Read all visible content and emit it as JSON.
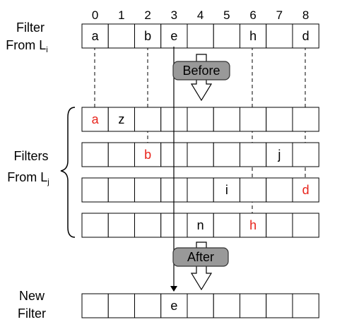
{
  "labels": {
    "filter_from_li_1": "Filter",
    "filter_from_li_2": "From L",
    "filter_from_li_sub": "i",
    "filters_from_lj_1": "Filters",
    "filters_from_lj_2": "From L",
    "filters_from_lj_sub": "j",
    "new_filter_1": "New",
    "new_filter_2": "Filter"
  },
  "indices": [
    "0",
    "1",
    "2",
    "3",
    "4",
    "5",
    "6",
    "7",
    "8"
  ],
  "rows": {
    "filter_li": [
      "a",
      "",
      "b",
      "e",
      "",
      "",
      "h",
      "",
      "d"
    ],
    "lj_1": [
      "a",
      "z",
      "",
      "",
      "",
      "",
      "",
      "",
      ""
    ],
    "lj_2": [
      "",
      "",
      "b",
      "",
      "",
      "",
      "",
      "j",
      ""
    ],
    "lj_3": [
      "",
      "",
      "",
      "",
      "",
      "i",
      "",
      "",
      "d"
    ],
    "lj_4": [
      "",
      "",
      "",
      "",
      "n",
      "",
      "h",
      "",
      ""
    ],
    "new_filter": [
      "",
      "",
      "",
      "e",
      "",
      "",
      "",
      "",
      ""
    ]
  },
  "highlight": {
    "lj_1": [
      0
    ],
    "lj_2": [
      2
    ],
    "lj_3": [
      8
    ],
    "lj_4": [
      6
    ]
  },
  "buttons": {
    "before": "Before",
    "after": "After"
  },
  "colors": {
    "match": "#e8231b",
    "button_fill": "#999999",
    "button_stroke": "#333333",
    "grid": "#000000"
  }
}
